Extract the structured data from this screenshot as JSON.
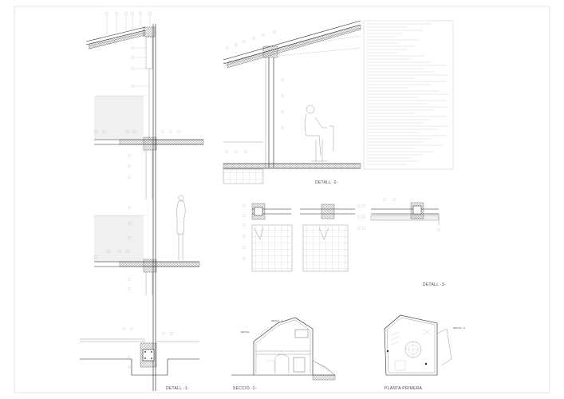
{
  "sheet": {
    "labels": {
      "detail1": "DETALL -1-",
      "detail2": "DETALL -2-",
      "detail3": "DETALL -3-",
      "section": "SECCIÓ -1-",
      "plan": "PLANTA PRIMERA",
      "sec_tag_a": "DETALL",
      "sec_tag_b": "DETALL -2-",
      "plan_tag": "DETALL -3-"
    }
  }
}
